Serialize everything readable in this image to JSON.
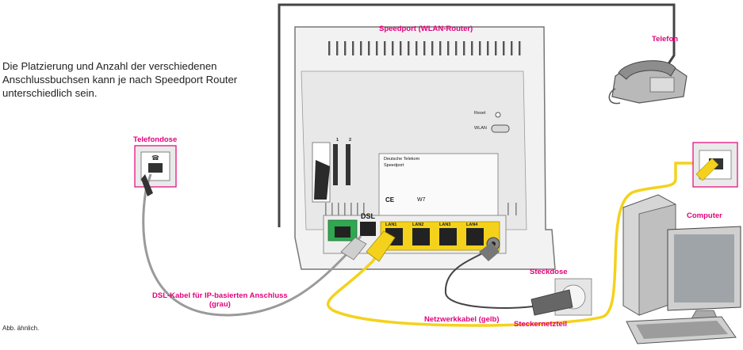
{
  "description": {
    "lines": [
      "Die Platzierung und Anzahl der verschiedenen",
      "Anschlussbuchsen kann je nach Speedport Router",
      "unterschiedlich sein."
    ]
  },
  "footnote": "Abb. ähnlich.",
  "labels": {
    "router": "Speedport (WLAN-Router)",
    "telefon": "Telefon",
    "telefondose": "Telefondose",
    "computer": "Computer",
    "steckdose": "Steckdose",
    "netzwerkkabel": "Netzwerkkabel (gelb)",
    "steckernetzteil": "Steckernetzteil",
    "dsl_kabel_line1": "DSL-Kabel für IP-basierten Anschluss",
    "dsl_kabel_line2": "(grau)"
  },
  "router": {
    "buttons": {
      "reset": "Reset",
      "wlan": "WLAN"
    },
    "ports": {
      "dsl": "DSL",
      "lan1": "LAN1",
      "lan2": "LAN2",
      "lan3": "LAN3",
      "lan4": "LAN4"
    },
    "phone_port_numbers": [
      "1",
      "2"
    ],
    "plate": {
      "brand": "Deutsche Telekom",
      "model": "Speedport",
      "ce": "CE",
      "w7": "W7"
    }
  },
  "colors": {
    "accent": "#e2007a",
    "cable_yellow": "#f4d21c",
    "cable_grey": "#9a9a9a",
    "cable_dark": "#444444",
    "dsl_port_green": "#2fa84f"
  }
}
